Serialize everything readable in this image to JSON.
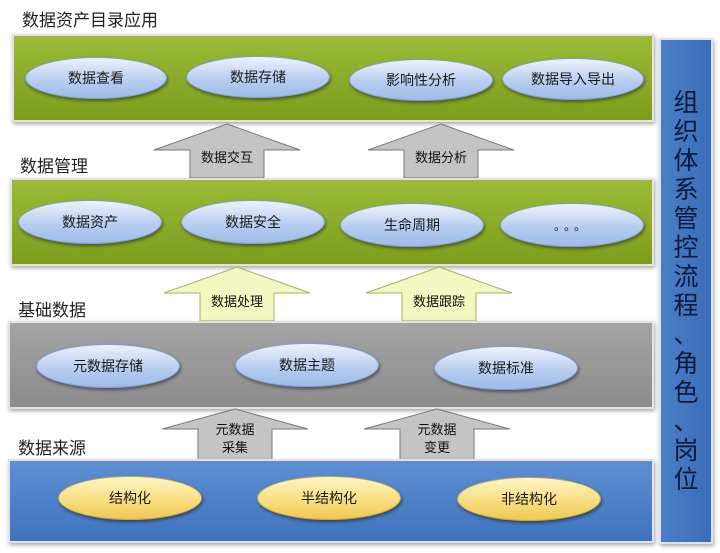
{
  "layers": {
    "app": {
      "title": "数据资产目录应用",
      "items": [
        "数据查看",
        "数据存储",
        "影响性分析",
        "数据导入导出"
      ]
    },
    "mgmt": {
      "title": "数据管理",
      "items": [
        "数据资产",
        "数据安全",
        "生命周期",
        "。。。"
      ]
    },
    "base": {
      "title": "基础数据",
      "items": [
        "元数据存储",
        "数据主题",
        "数据标准"
      ]
    },
    "source": {
      "title": "数据来源",
      "items": [
        "结构化",
        "半结构化",
        "非结构化"
      ]
    }
  },
  "arrows": {
    "interact": "数据交互",
    "analysis": "数据分析",
    "process": "数据处理",
    "trace": "数据跟踪",
    "collect_line1": "元数据",
    "collect_line2": "采集",
    "change_line1": "元数据",
    "change_line2": "变更"
  },
  "side": {
    "chars": [
      "组",
      "织",
      "体",
      "系",
      "管",
      "控",
      "流",
      "程",
      "、",
      "角",
      "色",
      "、",
      "岗",
      "位"
    ]
  },
  "colors": {
    "green_band": "#8fad2a",
    "gray_band": "#999999",
    "blue_band": "#4a80c8",
    "gray_arrow": "#c4c4c4",
    "yellow_arrow": "#f3f7c0",
    "blue_oval": "#b8cdf0",
    "yellow_oval": "#f7dc7a"
  }
}
